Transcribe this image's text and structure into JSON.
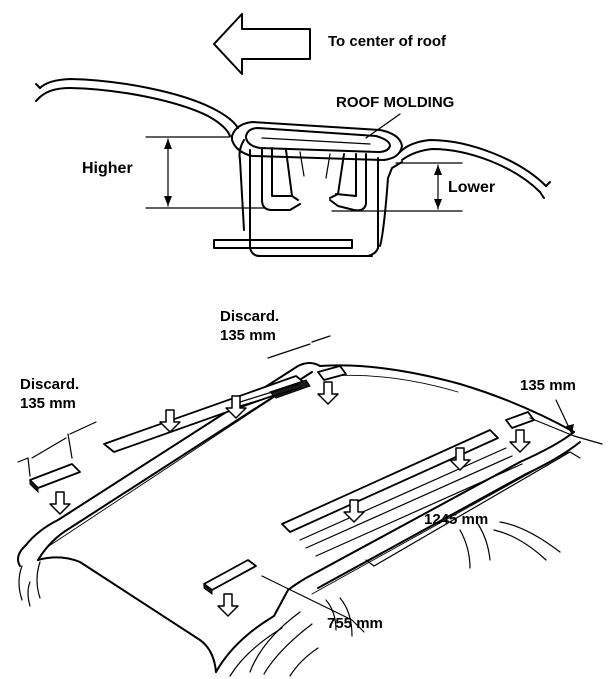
{
  "top_diagram": {
    "direction_text": "To center of roof",
    "molding_label": "ROOF MOLDING",
    "higher_label": "Higher",
    "lower_label": "Lower"
  },
  "bottom_diagram": {
    "discard_left": "Discard.",
    "discard_left_dim": "135 mm",
    "discard_top": "Discard.",
    "discard_top_dim": "135 mm",
    "right_dim": "135 mm",
    "long_dim": "1245 mm",
    "short_dim": "755 mm"
  }
}
